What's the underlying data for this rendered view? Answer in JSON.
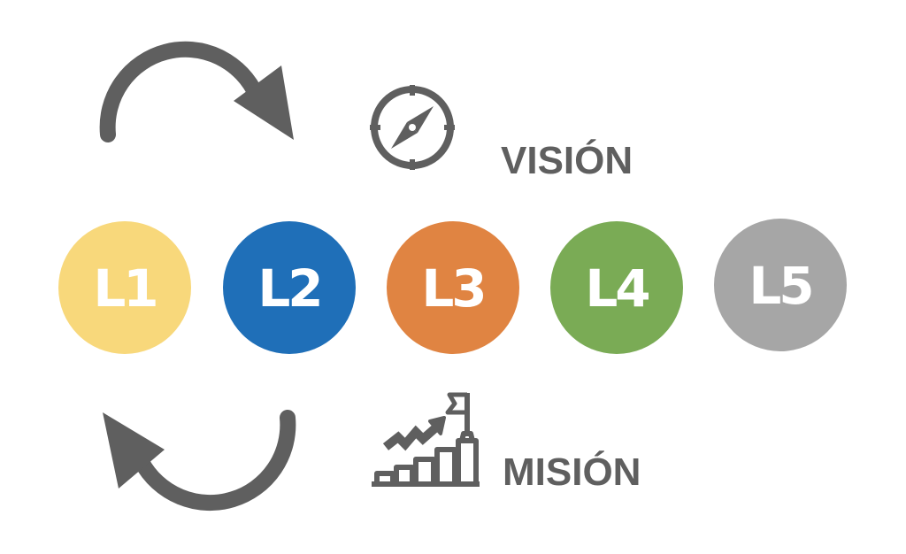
{
  "vision_label": "VISIÓN",
  "mission_label": "MISIÓN",
  "levels": [
    {
      "label": "L1",
      "color": "#F8D87B"
    },
    {
      "label": "L2",
      "color": "#1F6FB8"
    },
    {
      "label": "L3",
      "color": "#E08442"
    },
    {
      "label": "L4",
      "color": "#7AAB55"
    },
    {
      "label": "L5",
      "color": "#A6A6A6"
    }
  ],
  "icon_color": "#5f5f5f"
}
